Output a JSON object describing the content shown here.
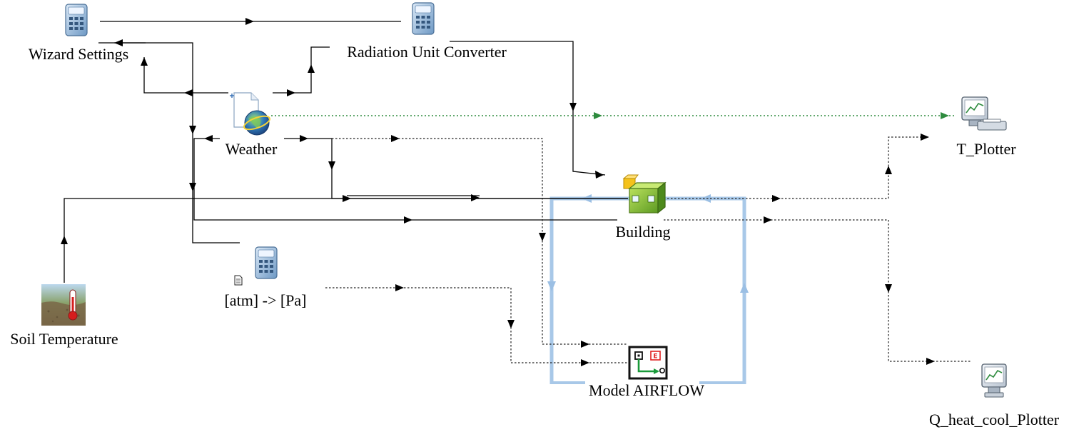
{
  "components": {
    "wizard": {
      "label": "Wizard Settings",
      "icon": "calculator-icon"
    },
    "radiation": {
      "label": "Radiation Unit Converter",
      "icon": "calculator-icon"
    },
    "weather": {
      "label": "Weather",
      "icon": "weather-data-globe-icon"
    },
    "t_plotter": {
      "label": "T_Plotter",
      "icon": "plotter-monitor-icon"
    },
    "building": {
      "label": "Building",
      "icon": "building-cube-icon"
    },
    "atm_pa": {
      "label": "[atm] -> [Pa]",
      "icon": "calculator-icon"
    },
    "soil": {
      "label": "Soil Temperature",
      "icon": "soil-thermometer-icon"
    },
    "airflow": {
      "label": "Model AIRFLOW",
      "icon": "airflow-model-icon"
    },
    "q_plotter": {
      "label": "Q_heat_cool_Plotter",
      "icon": "plotter-monitor-icon"
    }
  },
  "colors": {
    "link_solid": "#000000",
    "link_dotted": "#222222",
    "link_weather_plot": "#2e8b3e",
    "airflow_loop": "#a8c8e8"
  }
}
